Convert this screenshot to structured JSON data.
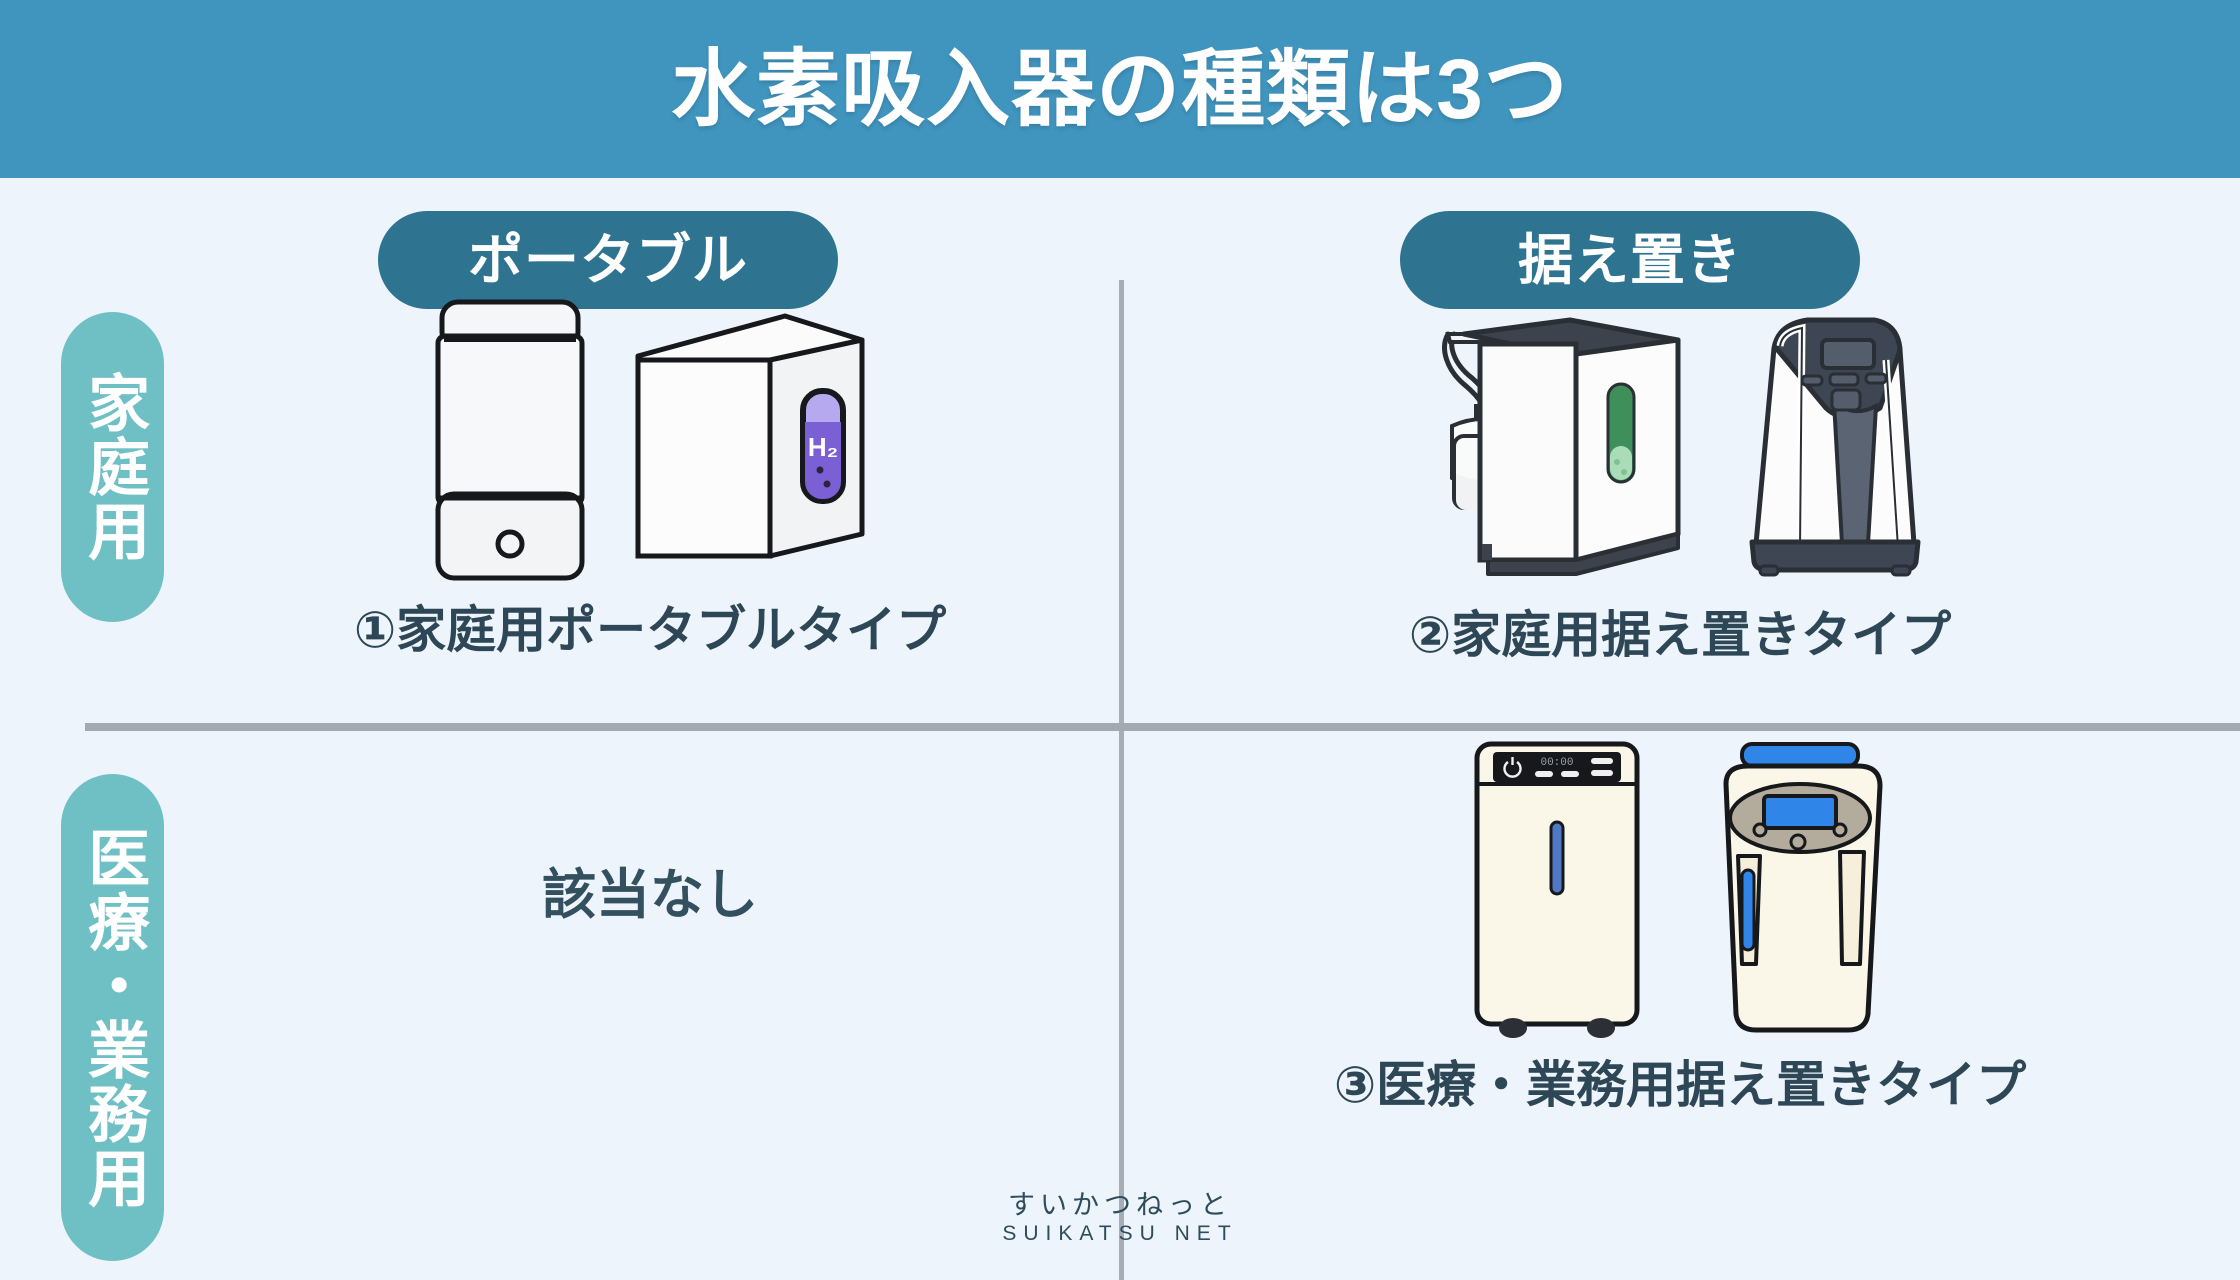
{
  "header": {
    "title": "水素吸入器の種類は3つ",
    "background_color": "#4095bf",
    "text_color": "#ffffff"
  },
  "page": {
    "background_color": "#eef4fc",
    "divider_color": "#a3a9b0"
  },
  "columns": [
    {
      "id": "portable",
      "label": "ポータブル",
      "pill_color": "#2e7491"
    },
    {
      "id": "stationary",
      "label": "据え置き",
      "pill_color": "#2e7491"
    }
  ],
  "rows": [
    {
      "id": "home",
      "label": "家庭用",
      "pill_color": "#6fc0c4"
    },
    {
      "id": "medical",
      "label": "医療・業務用",
      "pill_color": "#6fc0c4"
    }
  ],
  "cells": {
    "home_portable": {
      "caption": "①家庭用ポータブルタイプ",
      "has_devices": true,
      "devices": [
        {
          "name": "bottle-type-hydrogen-inhaler",
          "indicator": "",
          "body_color": "#f7f8f9"
        },
        {
          "name": "box-type-hydrogen-inhaler",
          "indicator": "H₂",
          "body_color": "#ffffff",
          "accent_color": "#7b5fd4"
        }
      ]
    },
    "home_stationary": {
      "caption": "②家庭用据え置きタイプ",
      "has_devices": true,
      "devices": [
        {
          "name": "white-box-generator-with-humidifier",
          "body_color": "#fbfbfb",
          "accent_color": "#3f8f5a"
        },
        {
          "name": "dark-top-stationary-generator",
          "body_color": "#fbfbfb",
          "accent_color": "#3e4654"
        }
      ]
    },
    "medical_portable": {
      "caption": "該当なし",
      "has_devices": false
    },
    "medical_stationary": {
      "caption": "③医療・業務用据え置きタイプ",
      "has_devices": true,
      "devices": [
        {
          "name": "cream-medical-generator-with-panel",
          "body_color": "#fbf7e8",
          "accent_color": "#4f79c4",
          "display_text": "00:00"
        },
        {
          "name": "cream-medical-generator-with-blue-display",
          "body_color": "#fbf7e8",
          "accent_color": "#2f86e8"
        }
      ]
    }
  },
  "footer": {
    "logo_jp": "すいかつねっと",
    "logo_en": "SUIKATSU NET",
    "color": "#2d4d5c"
  }
}
